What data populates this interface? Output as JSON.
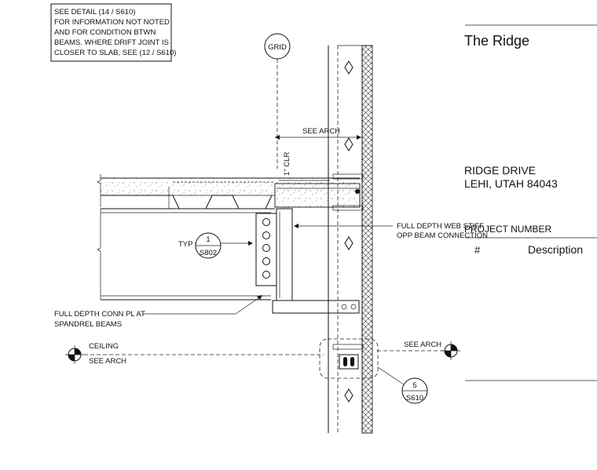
{
  "notes": {
    "detail_box": [
      "SEE DETAIL (14 / S610)",
      "FOR INFORMATION NOT NOTED",
      "AND FOR CONDITION BTWN",
      "BEAMS.  WHERE DRIFT JOINT IS",
      "CLOSER TO SLAB, SEE  (12 / S610)"
    ],
    "grid": "GRID",
    "see_arch_top": "SEE ARCH",
    "clearance": "1\" CLR",
    "typ": "TYP",
    "web_stiffener": [
      "FULL DEPTH WEB STIFF",
      "OPP BEAM CONNECTION"
    ],
    "conn_plate": [
      "FULL DEPTH CONN PL AT",
      "SPANDREL BEAMS"
    ],
    "ceiling": "CEILING",
    "see_arch_left": "SEE ARCH",
    "see_arch_right": "SEE ARCH"
  },
  "callouts": {
    "typ_detail": {
      "number": "1",
      "sheet": "S802"
    },
    "bottom_detail": {
      "number": "5",
      "sheet": "S610"
    }
  },
  "title_block": {
    "project_name": "The Ridge",
    "address_line1": "RIDGE DRIVE",
    "address_line2": "LEHI, UTAH 84043",
    "project_number_label": "PROJECT NUMBER",
    "revision_number_header": "#",
    "revision_description_header": "Description"
  }
}
